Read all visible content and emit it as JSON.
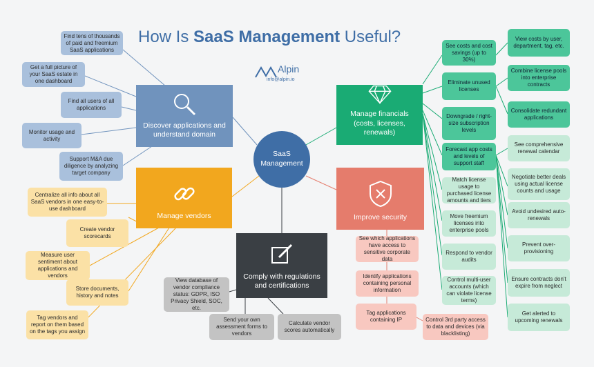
{
  "title_prefix": "How Is ",
  "title_bold": "SaaS Management",
  "title_suffix": " Useful?",
  "brand": {
    "name": "Alpin",
    "email": "info@alpin.io"
  },
  "center": "SaaS Management",
  "hubs": {
    "discover": "Discover applications and understand domain",
    "vendors": "Manage vendors",
    "comply": "Comply with regulations and certifications",
    "security": "Improve security",
    "financials": "Manage financials (costs, licenses, renewals)"
  },
  "discover_items": [
    "Find tens of thousands of paid and freemium SaaS applications",
    "Get a full picture of your SaaS estate in one dashboard",
    "Find all users of all applications",
    "Monitor usage and activity",
    "Support M&A due diligence by analyzing target company"
  ],
  "vendor_items": [
    "Centralize all info about all SaaS vendors in one easy-to-use dashboard",
    "Create vendor scorecards",
    "Measure user sentiment about applications and vendors",
    "Store documents, history and notes",
    "Tag vendors and report on them based on the tags you assign"
  ],
  "comply_items": [
    "View database of vendor compliance status: GDPR, ISO Privacy Shield, SOC, etc.",
    "Send your own assessment forms to vendors",
    "Calculate vendor scores automatically"
  ],
  "security_items": [
    "See which applications have access to sensitive corporate data",
    "Identify applications containing personal information",
    "Tag applications containing IP",
    "Control 3rd party access to data and devices (via blacklisting)"
  ],
  "financial_items": [
    "See costs and cost savings (up to 30%)",
    "Eliminate unused licenses",
    "Downgrade / right-size subscription levels",
    "Forecast app costs and levels of support staff",
    "Match license usage to purchased license amounts and tiers",
    "Move freemium licenses into enterprise pools",
    "Respond to vendor audits",
    "Control multi-user accounts (which can violate license terms)"
  ],
  "financial_details": [
    "View costs by user, department, tag, etc.",
    "Combine license pools into enterprise contracts",
    "Consolidate redundant applications"
  ],
  "renewal_items": [
    "See comprehensive renewal calendar",
    "Negotiate better deals using actual license counts and usage",
    "Avoid undesired auto-renewals",
    "Prevent over-provisioning",
    "Ensure contracts don't expire from neglect",
    "Get alerted to upcoming renewals"
  ],
  "colors": {
    "discover": "#7093bd",
    "vendors": "#f2a71e",
    "comply": "#3a3f44",
    "security": "#e57c6c",
    "financials": "#1aab74",
    "center": "#3f6ea6"
  },
  "icons": {
    "discover": "magnifier-icon",
    "vendors": "chain-link-icon",
    "comply": "pen-document-icon",
    "security": "shield-x-icon",
    "financials": "diamond-icon"
  }
}
